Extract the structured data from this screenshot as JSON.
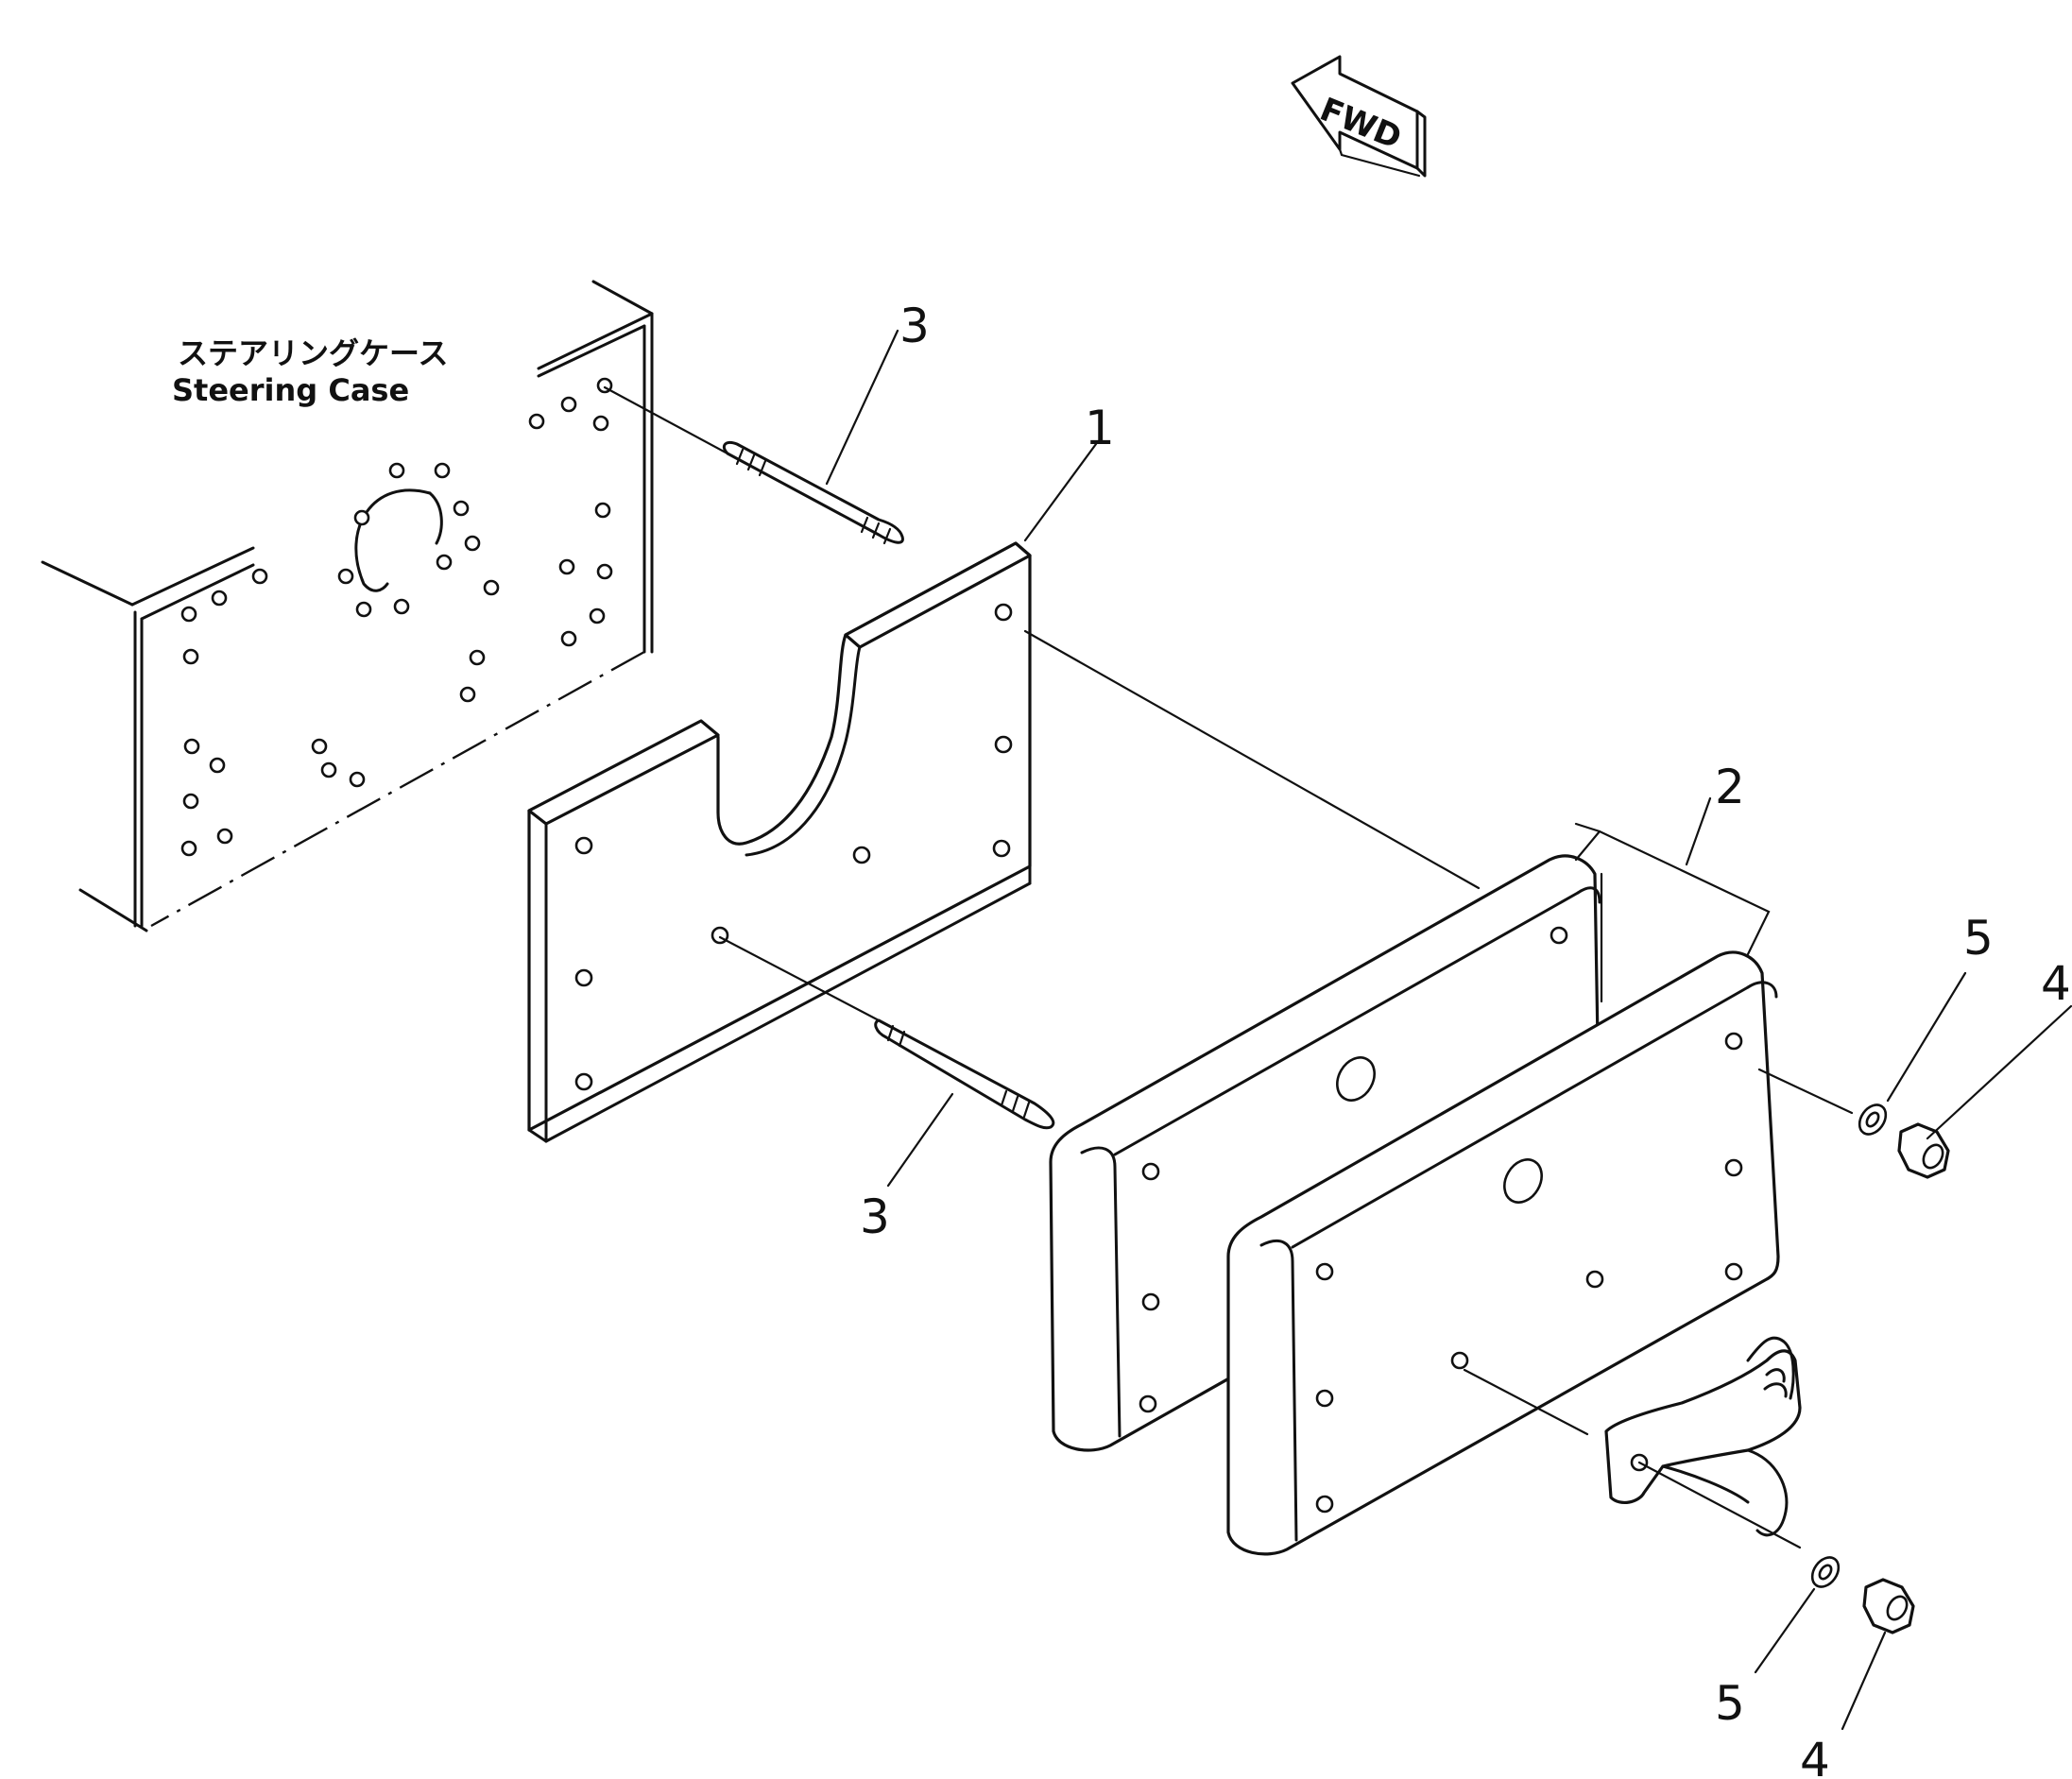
{
  "direction_indicator": {
    "text": "FWD"
  },
  "steering_case": {
    "label_jp": "ステアリングケース",
    "label_en": "Steering Case"
  },
  "callouts": [
    {
      "id": "3-top",
      "text": "3"
    },
    {
      "id": "1",
      "text": "1"
    },
    {
      "id": "2",
      "text": "2"
    },
    {
      "id": "5-upper",
      "text": "5"
    },
    {
      "id": "4-upper",
      "text": "4"
    },
    {
      "id": "3-bottom",
      "text": "3"
    },
    {
      "id": "5-lower",
      "text": "5"
    },
    {
      "id": "4-lower",
      "text": "4"
    }
  ]
}
